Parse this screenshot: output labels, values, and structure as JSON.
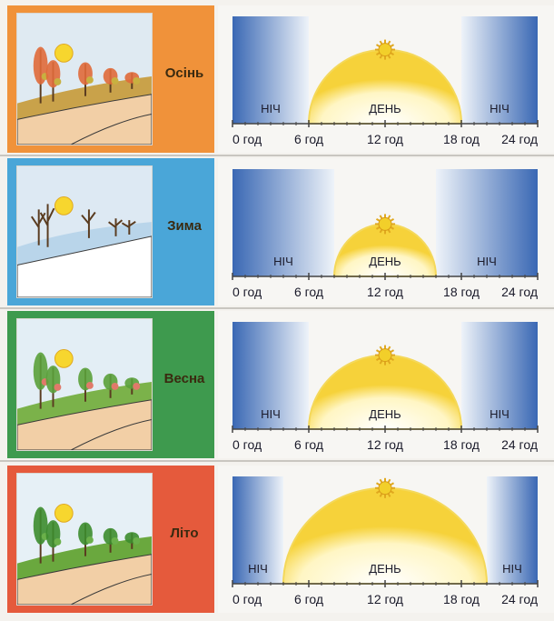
{
  "colors": {
    "autumn_bg": "#f0923a",
    "winter_bg": "#4aa6d8",
    "spring_bg": "#3e9a4e",
    "summer_bg": "#e55a3c",
    "night_top": "#3a68b4",
    "night_bottom": "#dbe6f3",
    "sun": "#f2cf2a",
    "glow": "#fff2a8"
  },
  "rows": [
    {
      "season": "Осінь",
      "bg": "#f0923a",
      "scene": "autumn",
      "night_label": "НІЧ",
      "day_label": "ДЕНЬ",
      "ticks": [
        "0 год",
        "6 год",
        "12 год",
        "18 год",
        "24 год"
      ],
      "chart_data": {
        "type": "area",
        "sunrise_h": 6,
        "sunset_h": 18
      }
    },
    {
      "season": "Зима",
      "bg": "#4aa6d8",
      "scene": "winter",
      "night_label": "НІЧ",
      "day_label": "ДЕНЬ",
      "ticks": [
        "0 год",
        "6 год",
        "12 год",
        "18 год",
        "24 год"
      ],
      "chart_data": {
        "type": "area",
        "sunrise_h": 8,
        "sunset_h": 16
      }
    },
    {
      "season": "Весна",
      "bg": "#3e9a4e",
      "scene": "spring",
      "night_label": "НІЧ",
      "day_label": "ДЕНЬ",
      "ticks": [
        "0 год",
        "6 год",
        "12 год",
        "18 год",
        "24 год"
      ],
      "chart_data": {
        "type": "area",
        "sunrise_h": 6,
        "sunset_h": 18
      }
    },
    {
      "season": "Літо",
      "bg": "#e55a3c",
      "scene": "summer",
      "night_label": "НІЧ",
      "day_label": "ДЕНЬ",
      "ticks": [
        "0 год",
        "6 год",
        "12 год",
        "18 год",
        "24 год"
      ],
      "chart_data": {
        "type": "area",
        "sunrise_h": 4,
        "sunset_h": 20
      }
    }
  ]
}
